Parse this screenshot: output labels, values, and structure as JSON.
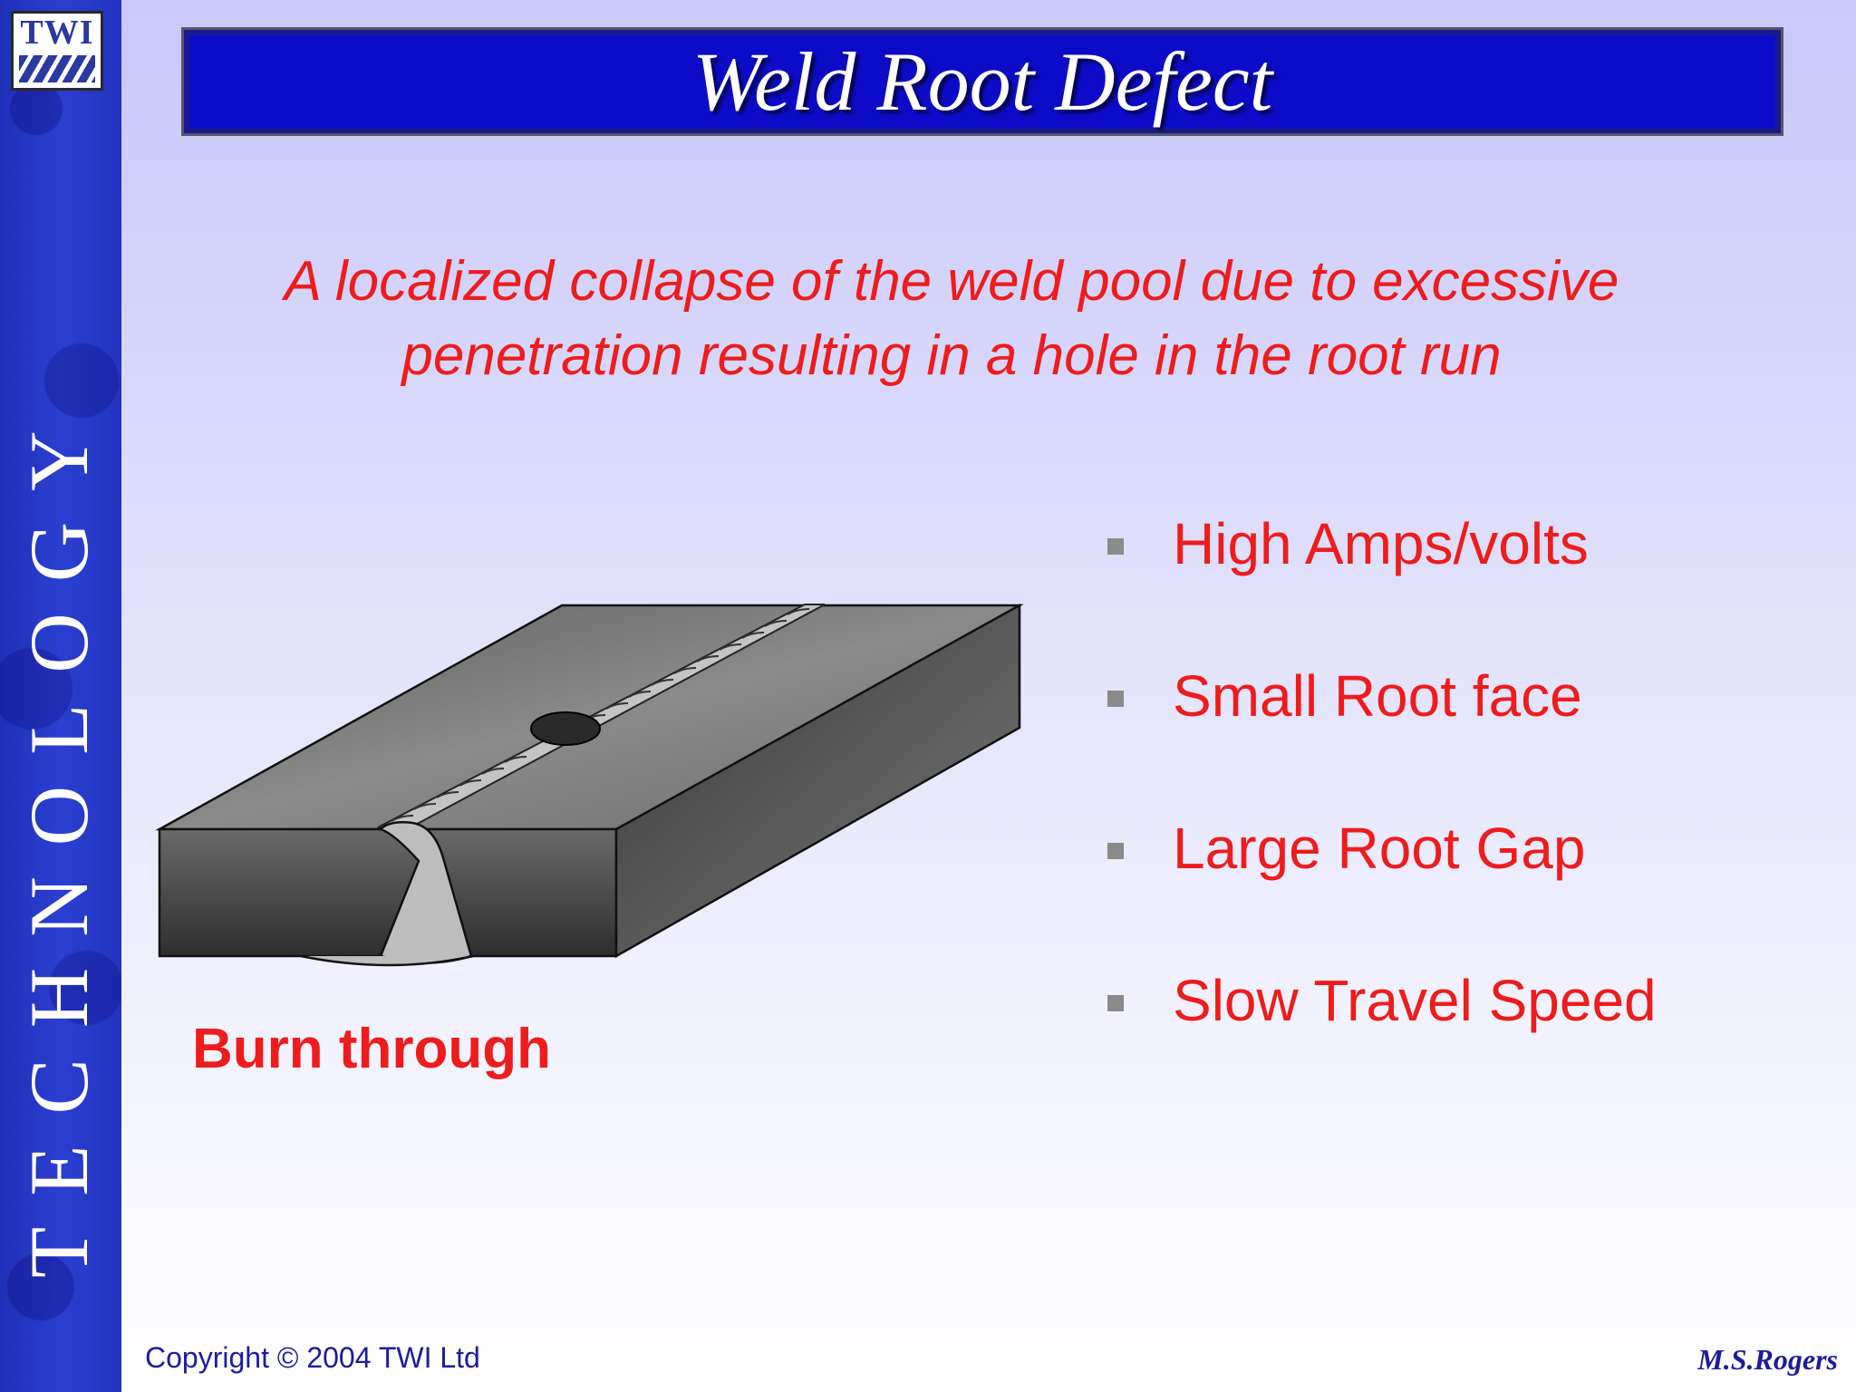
{
  "brand": {
    "logo_text": "TWI",
    "sidebar_word": "TECHNOLOGY",
    "accent_color": "#0c0cc8",
    "text_color": "#ee1c1c"
  },
  "slide": {
    "title": "Weld Root Defect",
    "definition": "A localized collapse of the weld pool due to excessive penetration resulting in a hole in the root run",
    "figure_caption": "Burn through",
    "causes": [
      {
        "label": "High Amps/volts"
      },
      {
        "label": "Small Root face"
      },
      {
        "label": "Large Root Gap"
      },
      {
        "label": "Slow Travel Speed"
      }
    ]
  },
  "footer": {
    "copyright": "Copyright © 2004 TWI Ltd",
    "author": "M.S.Rogers"
  }
}
